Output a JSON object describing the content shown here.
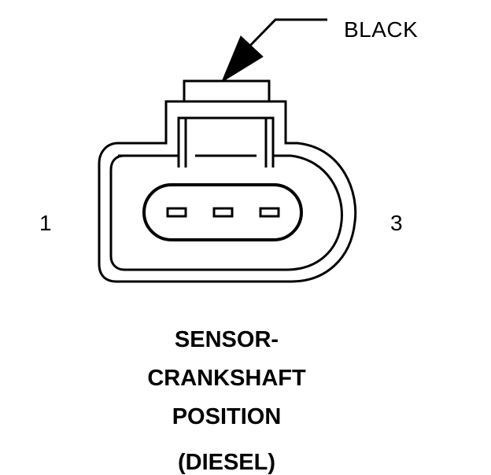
{
  "callout": {
    "label": "BLACK"
  },
  "pins": {
    "left": "1",
    "right": "3"
  },
  "caption": {
    "line1": "SENSOR-",
    "line2": "CRANKSHAFT",
    "line3": "POSITION",
    "line4": "(DIESEL)"
  },
  "colors": {
    "ink": "#000000",
    "background": "#ffffff"
  }
}
